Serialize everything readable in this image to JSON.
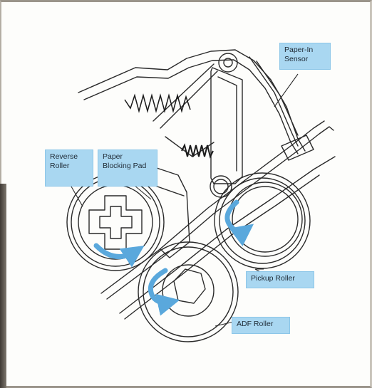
{
  "labels": {
    "paper_in_sensor": "Paper-In\nSensor",
    "reverse_roller": "Reverse\nRoller",
    "paper_blocking_pad": "Paper\nBlocking Pad",
    "pickup_roller": "Pickup Roller",
    "adf_roller": "ADF Roller"
  },
  "colors": {
    "callout_fill": "#a9d7f1",
    "arrow_blue": "#5aa8dc",
    "line": "#2a2a2a"
  },
  "icons": {
    "rotation_arrow": "curved-arrow-icon"
  }
}
